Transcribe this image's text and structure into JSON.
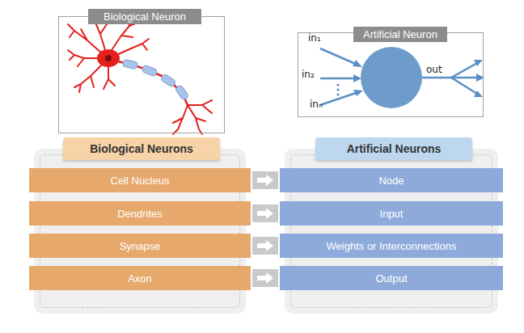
{
  "diagram": {
    "nodes": [
      {
        "text": [
          "Biological Neuron"
        ]
      },
      {
        "text": [
          "Artificial Neuron"
        ]
      },
      {
        "text": [
          "Biological Neurons"
        ]
      },
      {
        "text": [
          "Cell Nucleus"
        ],
        "in": 2
      },
      {
        "text": [
          "Dendrites"
        ],
        "in": 2
      },
      {
        "text": [
          "Synapse"
        ],
        "in": 2
      },
      {
        "text": [
          "Axon"
        ],
        "in": 2
      },
      {
        "text": [
          "Artificial Neurons"
        ]
      },
      {
        "text": [
          "Node"
        ],
        "in": 7
      },
      {
        "text": [
          "Input"
        ],
        "in": 7
      },
      {
        "text": [
          "Weights or Interconnections"
        ],
        "in": 7
      },
      {
        "text": [
          "Output"
        ],
        "in": 7
      }
    ],
    "edges": [
      {
        "from": 3,
        "to": 8,
        "arrow": "to"
      },
      {
        "from": 4,
        "to": 9,
        "arrow": "to"
      },
      {
        "from": 5,
        "to": 10,
        "arrow": "to"
      },
      {
        "from": 6,
        "to": 11,
        "arrow": "to"
      }
    ],
    "labels": [
      "in₁",
      "in₂",
      "inₙ",
      "out"
    ]
  }
}
